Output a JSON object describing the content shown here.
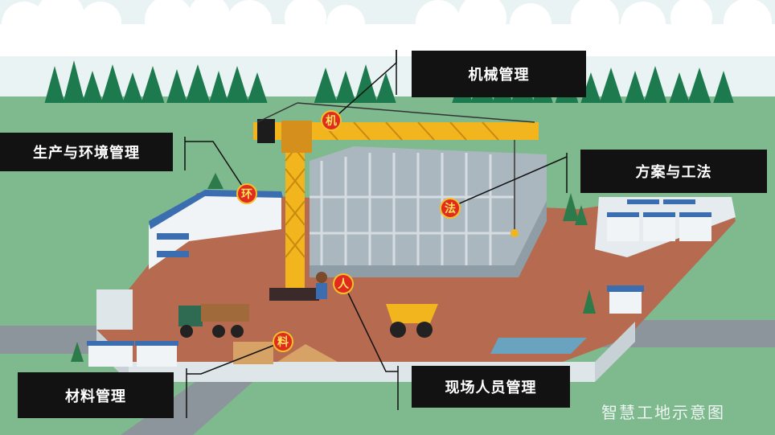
{
  "labels": {
    "machinery": "机械管理",
    "production_env": "生产与环境管理",
    "method": "方案与工法",
    "materials": "材料管理",
    "personnel": "现场人员管理"
  },
  "badges": {
    "machine": "机",
    "environment": "环",
    "method": "法",
    "person": "人",
    "material": "料"
  },
  "caption": "智慧工地示意图",
  "colors": {
    "sky": "#eaf3f3",
    "grass": "#7fb98e",
    "ground": "#b66a4f",
    "crane": "#f2b51e",
    "building": "#aab7bf",
    "label_bg": "#121212",
    "badge": "#e12b1f"
  }
}
